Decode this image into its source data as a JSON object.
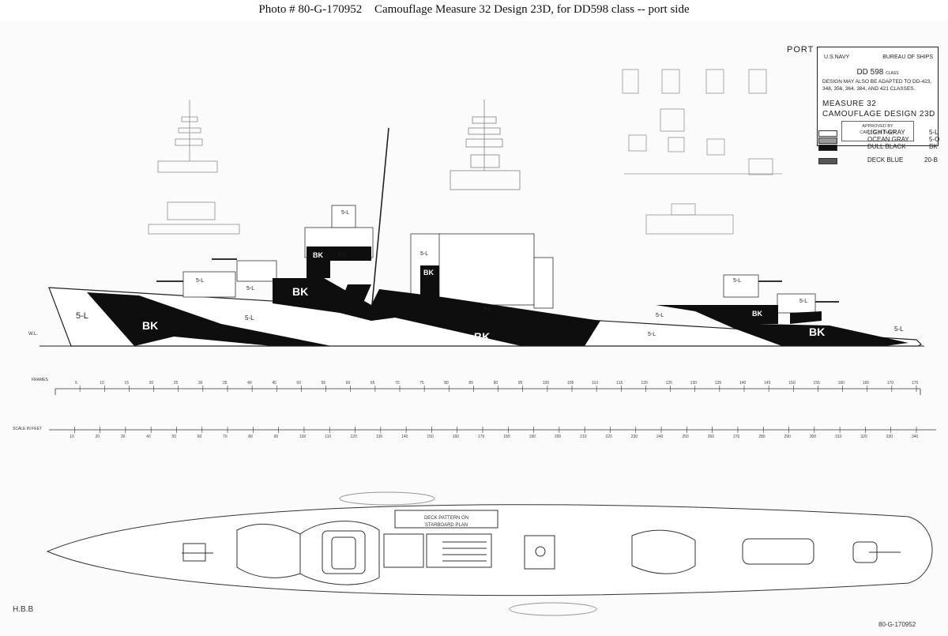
{
  "caption": {
    "photo": "Photo #  80-G-170952",
    "title": "Camouflage Measure 32 Design 23D, for DD598 class -- port side"
  },
  "sheet": {
    "side_label": "PORT",
    "title_block": {
      "navy": "U.S.NAVY",
      "bureau": "BUREAU OF SHIPS",
      "ship_class": "DD 598",
      "class_word": "CLASS",
      "adapt_text": "DESIGN MAY ALSO BE ADAPTED TO DD-423, 348, 356, 364, 384, AND 421 CLASSES.",
      "measure": "MEASURE  32",
      "design": "CAMOUFLAGE DESIGN 23D",
      "stamp_top": "APPROVED BY",
      "stamp_bottom": "CAPT. C. B. NAVY"
    },
    "legend": [
      {
        "name": "LIGHT GRAY",
        "code": "5-L",
        "color": "#ffffff"
      },
      {
        "name": "OCEAN GRAY",
        "code": "5-O",
        "color": "#9a9a9a"
      },
      {
        "name": "DULL BLACK",
        "code": "BK",
        "color": "#111111"
      },
      {
        "name": "DECK BLUE",
        "code": "20-B",
        "color": "#555555"
      }
    ],
    "ship_labels": {
      "bk": "BK",
      "sl": "5-L",
      "wl": "W.L."
    },
    "scales": {
      "frames_label": "FRAMES",
      "frames_ticks": [
        "5",
        "10",
        "15",
        "20",
        "25",
        "30",
        "35",
        "40",
        "45",
        "50",
        "55",
        "60",
        "65",
        "70",
        "75",
        "80",
        "85",
        "90",
        "95",
        "100",
        "105",
        "110",
        "115",
        "120",
        "125",
        "130",
        "135",
        "140",
        "145",
        "150",
        "155",
        "160",
        "165",
        "170",
        "175"
      ],
      "feet_label": "SCALE IN FEET",
      "feet_ticks": [
        "10",
        "20",
        "30",
        "40",
        "50",
        "60",
        "70",
        "80",
        "90",
        "100",
        "110",
        "120",
        "130",
        "140",
        "150",
        "160",
        "170",
        "180",
        "190",
        "200",
        "210",
        "220",
        "230",
        "240",
        "250",
        "260",
        "270",
        "280",
        "290",
        "300",
        "310",
        "320",
        "330",
        "340"
      ]
    },
    "deck_note_line1": "DECK PATTERN ON",
    "deck_note_line2": "STARBOARD PLAN",
    "initials": "H.B.B",
    "sheet_number": "80-G-170952"
  }
}
